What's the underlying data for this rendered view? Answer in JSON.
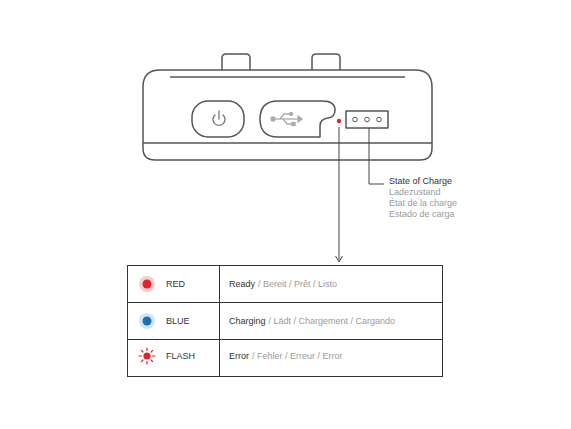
{
  "diagram": {
    "labels": [
      "State of Charge",
      "Ladezustand",
      "État de la charge",
      "Estado de carga",
      "RED",
      "Ready",
      "/ Bereit / Prêt / Listo",
      "BLUE",
      "Charging",
      "/ Lädt / Chargement / Cargando",
      "FLASH",
      "Error",
      "/ Fehler / Erreur / Error"
    ]
  }
}
